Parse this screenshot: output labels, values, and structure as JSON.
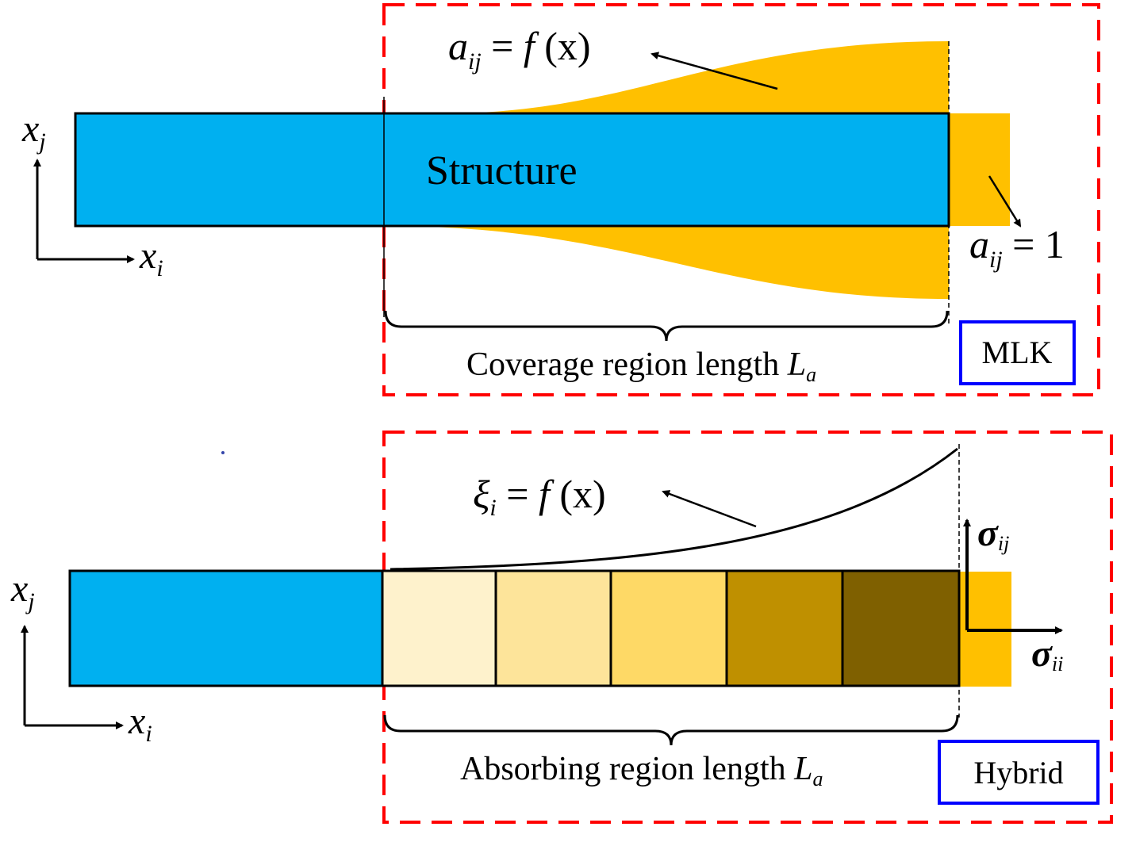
{
  "mlk_panel": {
    "badge": "MLK",
    "structure_label": "Structure",
    "axis_vertical": "x",
    "axis_vertical_sub": "j",
    "axis_horizontal": "x",
    "axis_horizontal_sub": "i",
    "function_label": {
      "var": "a",
      "sub": "ij",
      "rhs_prefix": " = ",
      "func": "f",
      "arg": " (x)"
    },
    "constant_label": {
      "var": "a",
      "sub": "ij",
      "rhs": " = 1"
    },
    "region_label": {
      "text": "Coverage region length ",
      "var": "L",
      "sub": "a"
    }
  },
  "hybrid_panel": {
    "badge": "Hybrid",
    "axis_vertical": "x",
    "axis_vertical_sub": "j",
    "axis_horizontal": "x",
    "axis_horizontal_sub": "i",
    "function_label": {
      "var": "ξ",
      "sub": "i",
      "rhs_prefix": "  = ",
      "func": "f",
      "arg": " (x)"
    },
    "stress_vertical": {
      "var": "σ",
      "sub": "ij"
    },
    "stress_horizontal": {
      "var": "σ",
      "sub": "ii"
    },
    "region_label": {
      "text": "Absorbing region length ",
      "var": "L",
      "sub": "a"
    },
    "layer_colors": [
      "#FEF2CC",
      "#FDE49A",
      "#FED966",
      "#BF9000",
      "#7F6000"
    ]
  },
  "colors": {
    "structure": "#00B0F0",
    "absorbing": "#FFC000",
    "dashed_frame": "#FF0000",
    "badge_frame": "#0000FF"
  }
}
